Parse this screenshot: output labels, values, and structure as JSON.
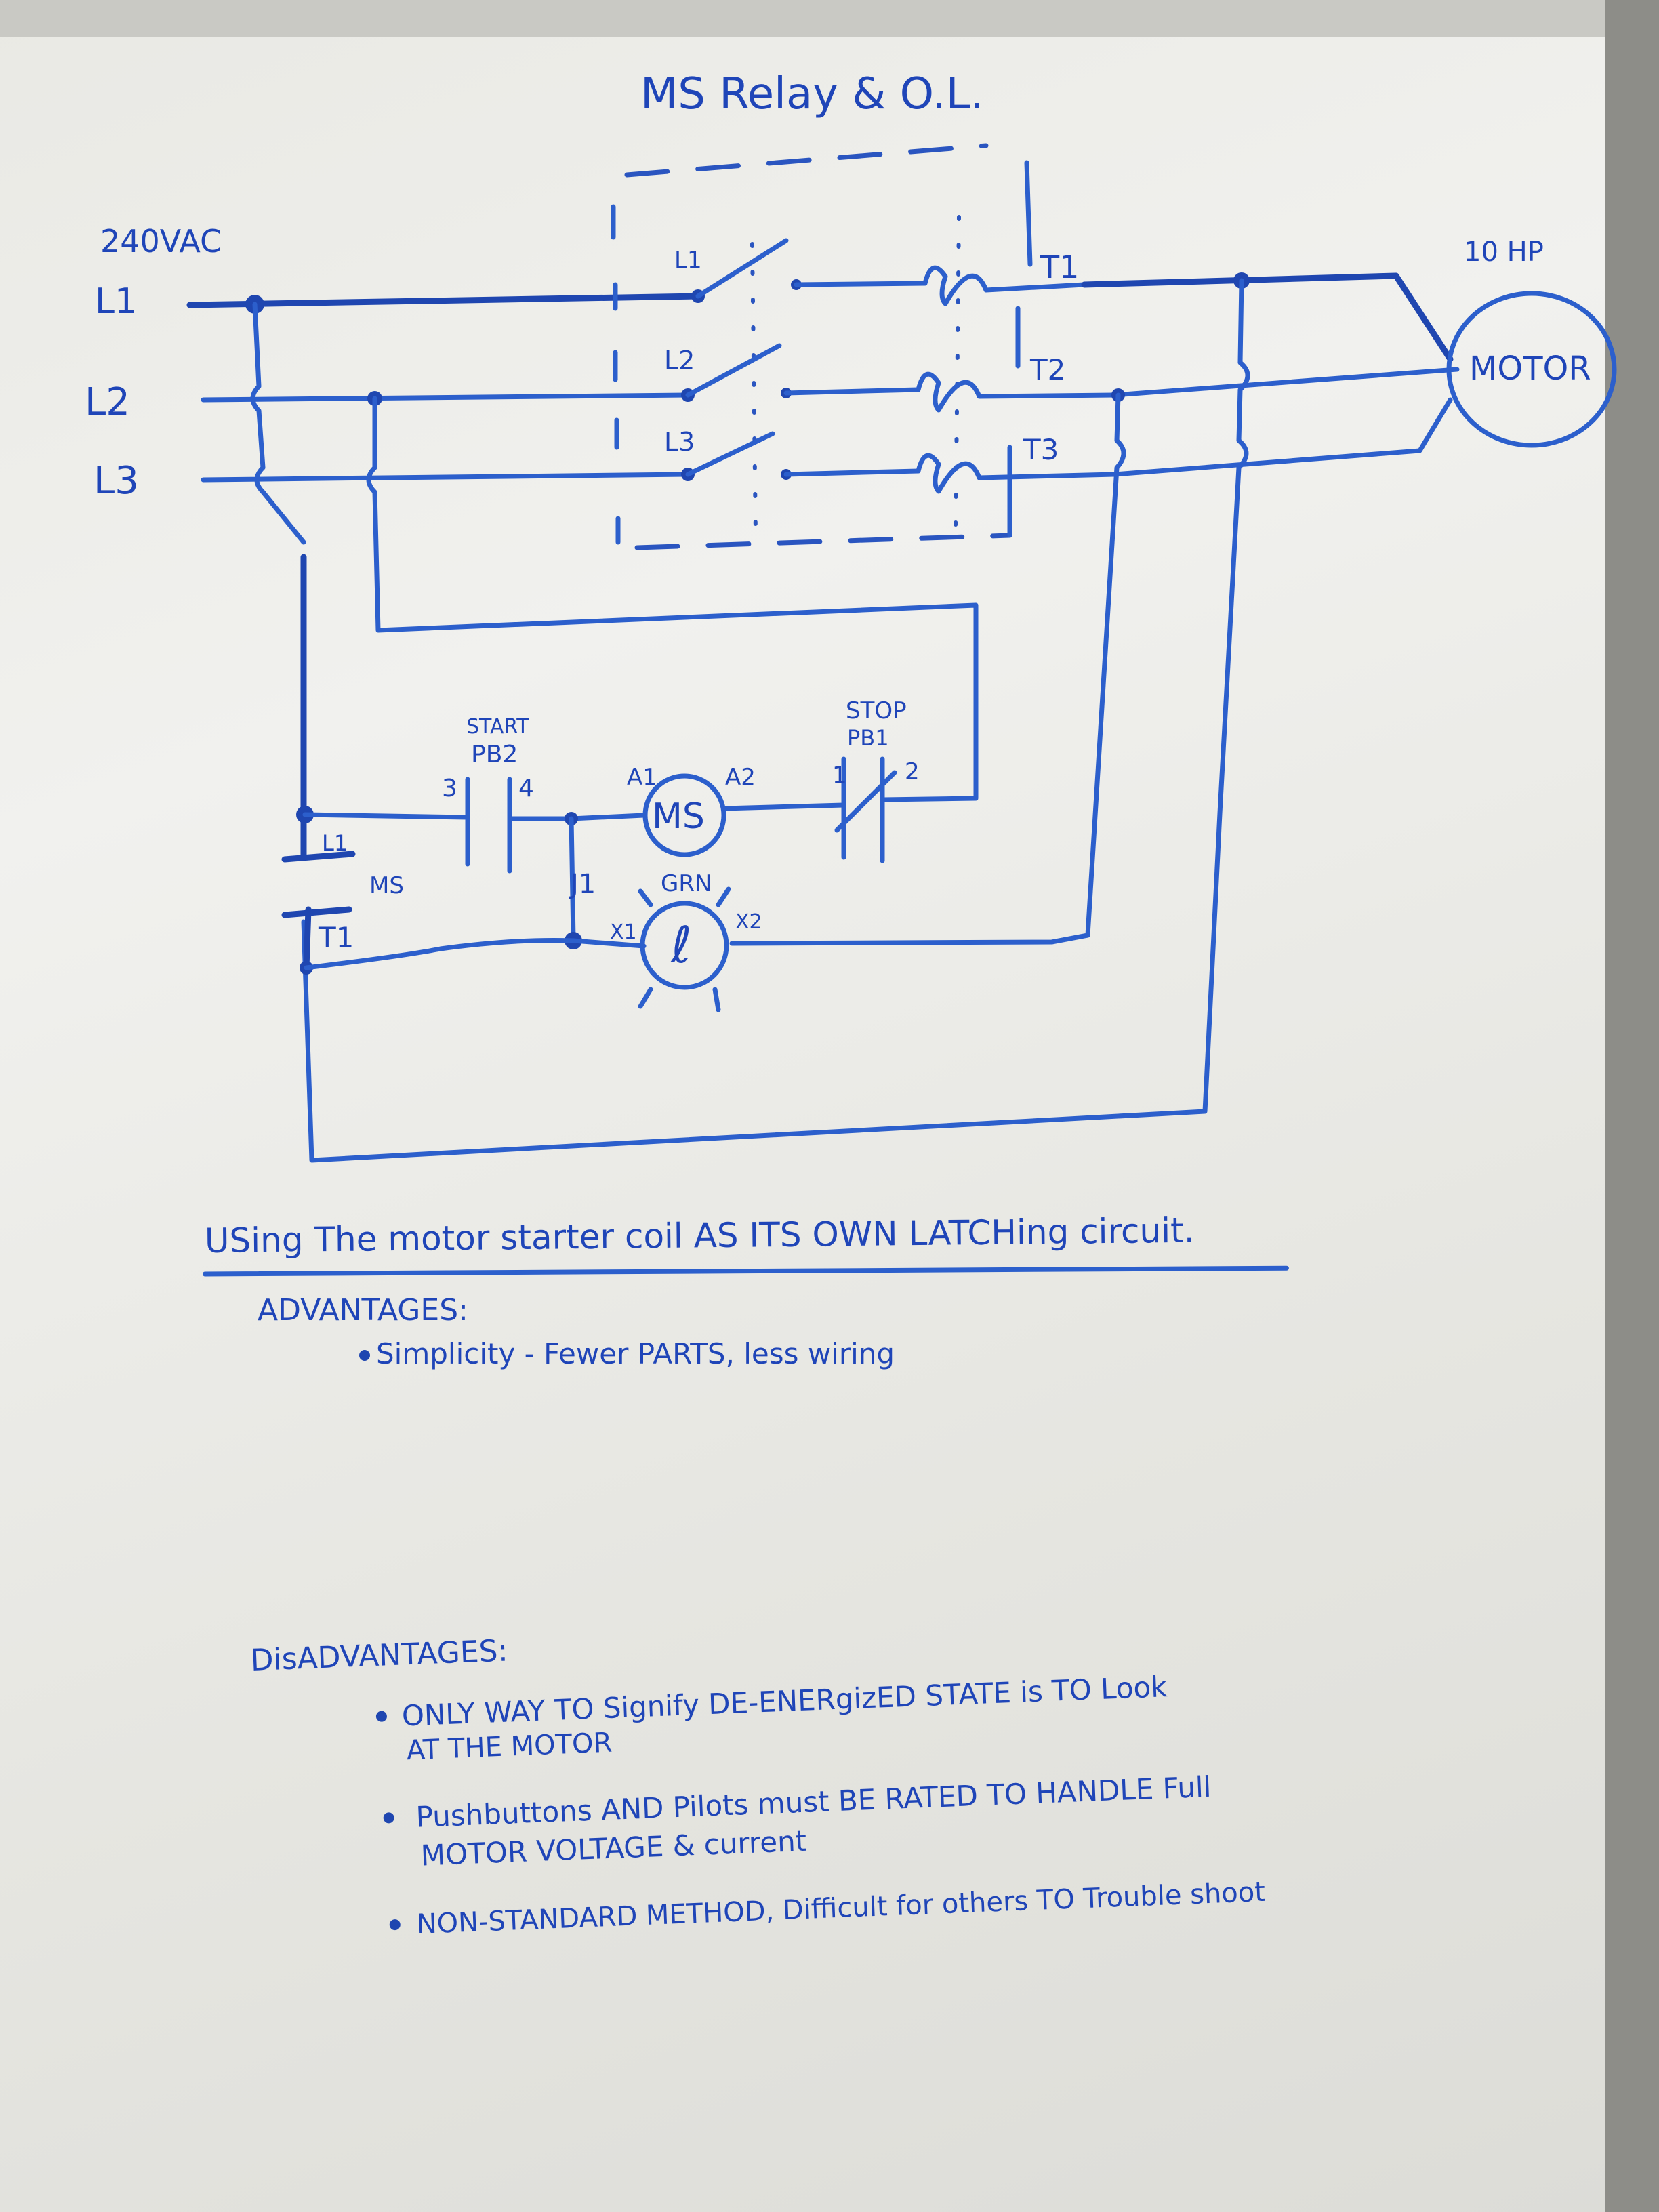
{
  "title": "MS Relay & O.L.",
  "supply": {
    "voltage": "240VAC",
    "lines": [
      "L1",
      "L2",
      "L3"
    ]
  },
  "contacts": {
    "main": [
      "L1",
      "L2",
      "L3"
    ],
    "load": [
      "T1",
      "T2",
      "T3"
    ]
  },
  "motor": {
    "rating": "10 HP",
    "label": "MOTOR"
  },
  "control": {
    "start_label": "START",
    "start_pb": "PB2",
    "start_terminals": [
      "3",
      "4"
    ],
    "coil_label": "MS",
    "coil_terminals": [
      "A1",
      "A2"
    ],
    "stop_label": "STOP",
    "stop_pb": "PB1",
    "stop_terminals": [
      "1",
      "2"
    ],
    "jumper": "J1",
    "pilot_color": "GRN",
    "pilot_symbol": "ℓ",
    "pilot_terminals": [
      "X1",
      "X2"
    ],
    "aux_contact_label": "MS",
    "aux_top": "L1",
    "aux_bottom": "T1"
  },
  "notes": {
    "heading": "USing The motor starter coil AS ITS OWN LATCHing circuit.",
    "advantages_heading": "ADVANTAGES:",
    "advantages": [
      "Simplicity - Fewer PARTS, less wiring"
    ],
    "disadvantages_heading": "DisADVANTAGES:",
    "disadvantages": [
      {
        "line1": "ONLY WAY TO Signify DE-ENERgizED STATE is TO Look",
        "line2": "AT THE MOTOR"
      },
      {
        "line1": "Pushbuttons AND Pilots must BE RATED TO HANDLE Full",
        "line2": "MOTOR VOLTAGE & current"
      },
      {
        "line1": "NON-STANDARD METHOD, Difficult for others TO Trouble shoot",
        "line2": ""
      }
    ]
  },
  "colors": {
    "marker": "#1f45b8",
    "board": "#eeeeea"
  }
}
